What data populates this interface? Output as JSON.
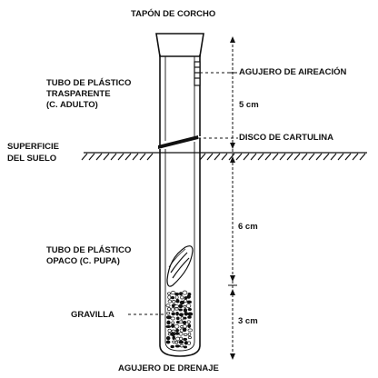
{
  "labels": {
    "cork_stopper": "TAPÓN DE CORCHO",
    "aeration_hole": "AGUJERO DE AIREACIÓN",
    "transparent_tube_line1": "TUBO DE PLÁSTICO",
    "transparent_tube_line2": "TRASPARENTE",
    "transparent_tube_line3": "(C. ADULTO)",
    "cardboard_disc": "DISCO DE CARTULINA",
    "soil_surface_line1": "SUPERFICIE",
    "soil_surface_line2": "DEL SUELO",
    "opaque_tube_line1": "TUBO DE PLÁSTICO",
    "opaque_tube_line2": "OPACO (C. PUPA)",
    "gravel": "GRAVILLA",
    "drain_hole": "AGUJERO DE DRENAJE"
  },
  "measurements": {
    "top_section": "5 cm",
    "middle_section": "6 cm",
    "bottom_section": "3 cm"
  },
  "colors": {
    "ink": "#111111",
    "background": "#ffffff"
  }
}
